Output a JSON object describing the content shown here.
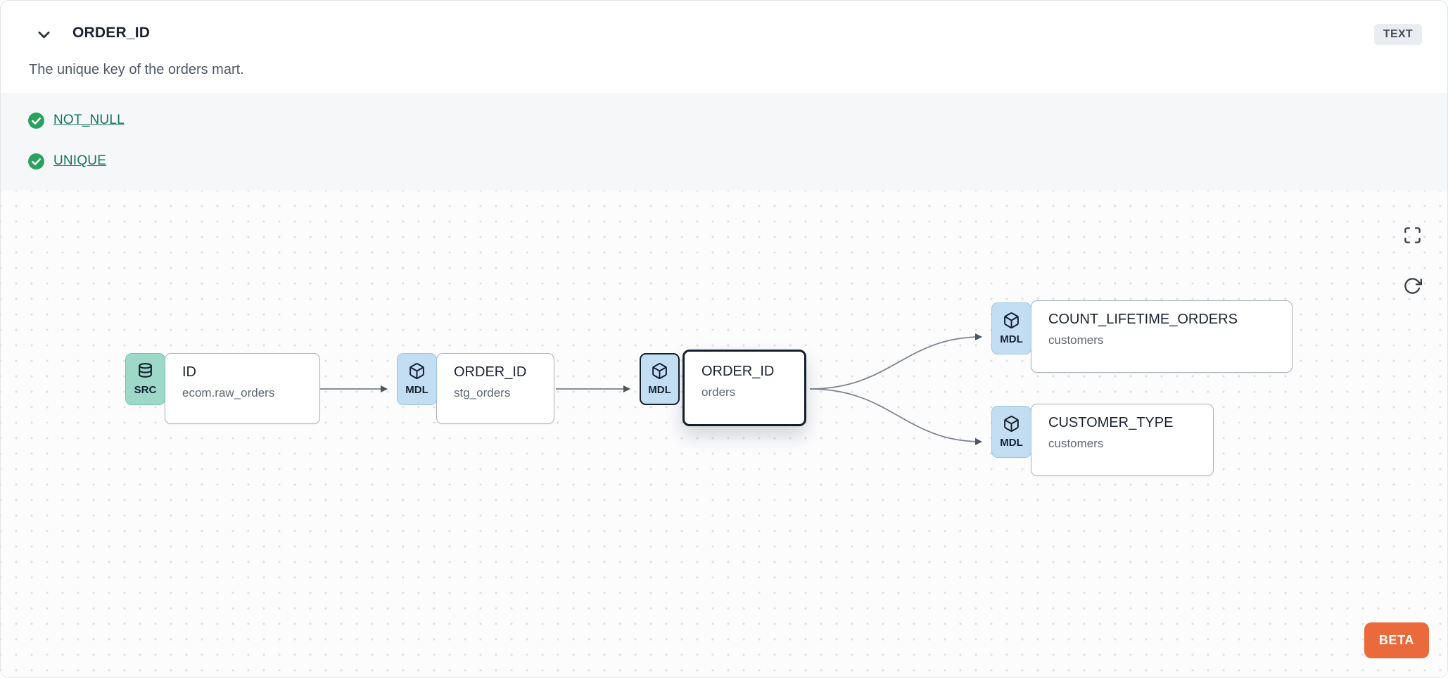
{
  "header": {
    "title": "ORDER_ID",
    "type_badge": "TEXT",
    "description": "The unique key of the orders mart."
  },
  "tests": {
    "items": [
      {
        "label": "NOT_NULL",
        "status": "pass"
      },
      {
        "label": "UNIQUE",
        "status": "pass"
      }
    ]
  },
  "lineage": {
    "nodes": [
      {
        "badge": "SRC",
        "icon": "database-icon",
        "title": "ID",
        "subtitle": "ecom.raw_orders",
        "selected": false
      },
      {
        "badge": "MDL",
        "icon": "cube-icon",
        "title": "ORDER_ID",
        "subtitle": "stg_orders",
        "selected": false
      },
      {
        "badge": "MDL",
        "icon": "cube-icon",
        "title": "ORDER_ID",
        "subtitle": "orders",
        "selected": true
      },
      {
        "badge": "MDL",
        "icon": "cube-icon",
        "title": "COUNT_LIFETIME_ORDERS",
        "subtitle": "customers",
        "selected": false
      },
      {
        "badge": "MDL",
        "icon": "cube-icon",
        "title": "CUSTOMER_TYPE",
        "subtitle": "customers",
        "selected": false
      }
    ],
    "edges": [
      {
        "from": "ID (ecom.raw_orders)",
        "to": "ORDER_ID (stg_orders)"
      },
      {
        "from": "ORDER_ID (stg_orders)",
        "to": "ORDER_ID (orders)"
      },
      {
        "from": "ORDER_ID (orders)",
        "to": "COUNT_LIFETIME_ORDERS (customers)"
      },
      {
        "from": "ORDER_ID (orders)",
        "to": "CUSTOMER_TYPE (customers)"
      }
    ]
  },
  "canvas": {
    "beta_label": "BETA"
  },
  "colors": {
    "accent_orange": "#eb6a3c",
    "test_link_teal": "#15735f",
    "check_green": "#2aa15f",
    "badge_model_bg": "#c3def2",
    "badge_source_bg": "#9ed8c9",
    "selected_border": "#141e2c"
  }
}
